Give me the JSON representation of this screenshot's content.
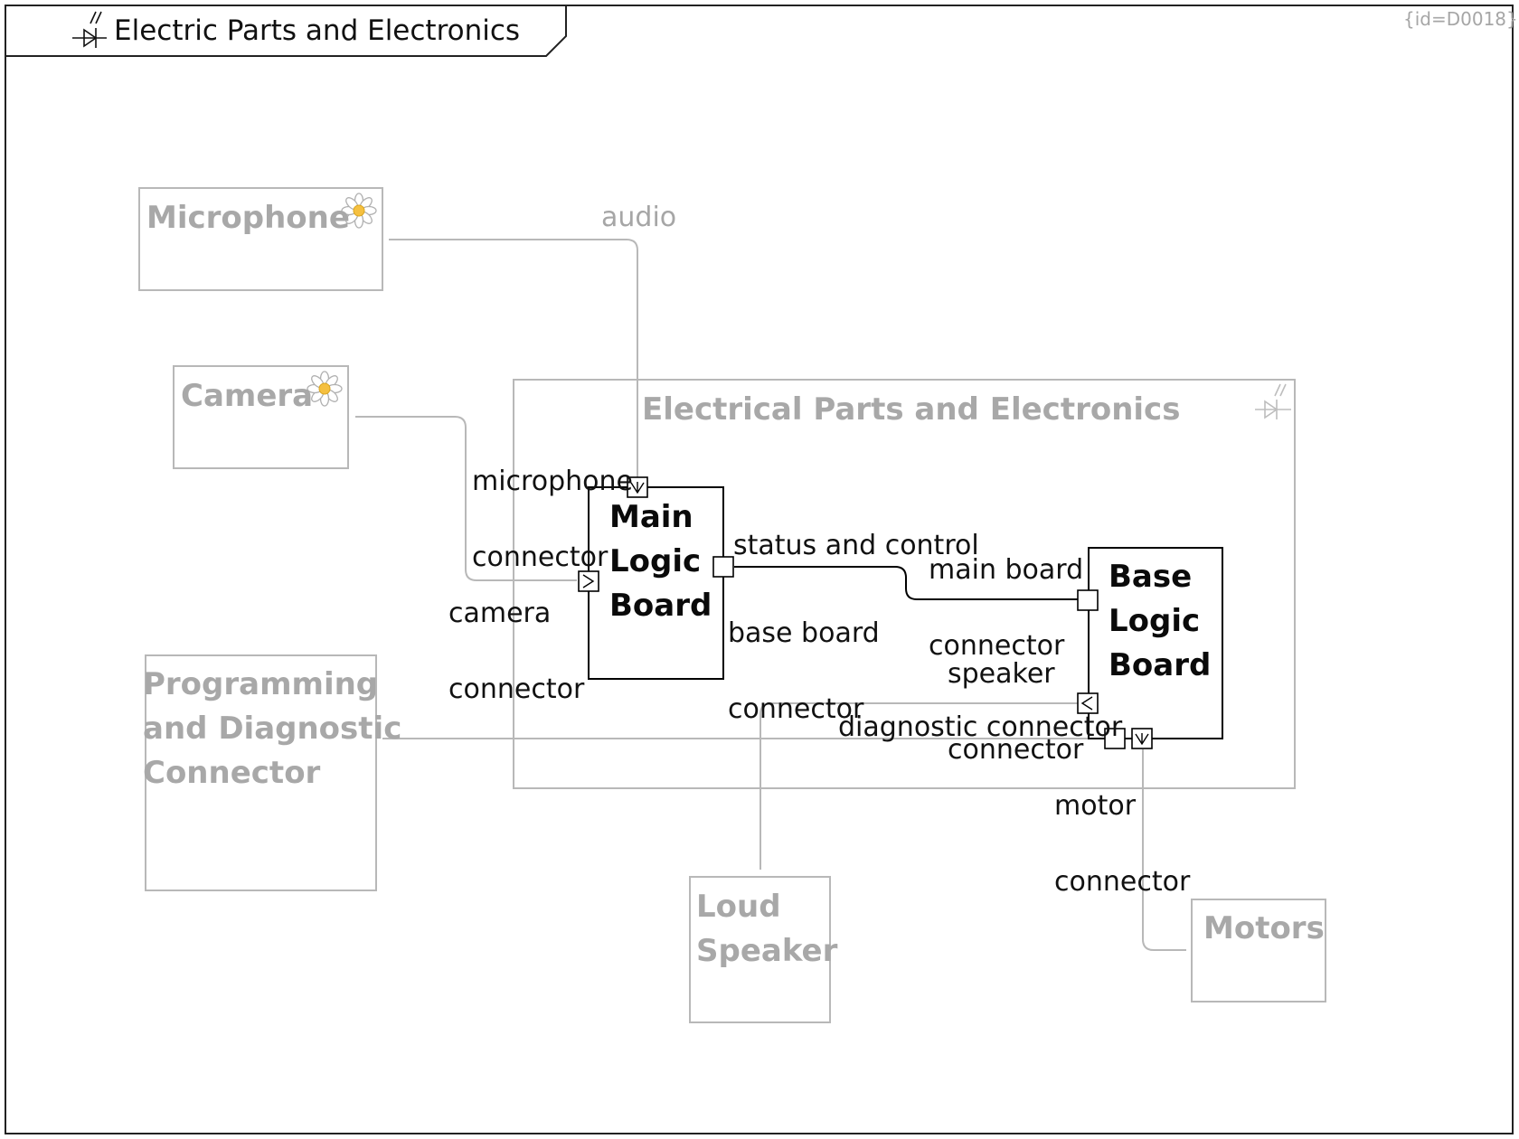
{
  "frame": {
    "title": "Electric Parts and Electronics",
    "diagram_id": "{id=D0018}"
  },
  "blocks": {
    "microphone": "Microphone",
    "camera": "Camera",
    "programming_connector": [
      "Programming",
      "and Diagnostic",
      "Connector"
    ],
    "loud_speaker": [
      "Loud",
      "Speaker"
    ],
    "motors": "Motors",
    "electrical_parts": "Electrical Parts and Electronics",
    "main_logic_board": [
      "Main",
      "Logic",
      "Board"
    ],
    "base_logic_board": [
      "Base",
      "Logic",
      "Board"
    ]
  },
  "ports": {
    "microphone_connector": [
      "microphone",
      "connector"
    ],
    "camera_connector": [
      "camera",
      "connector"
    ],
    "base_board_connector": [
      "base board",
      "connector"
    ],
    "main_board_connector": [
      "main board",
      "connector"
    ],
    "speaker_connector": [
      "speaker",
      "connector"
    ],
    "diagnostic_connector": "diagnostic connector",
    "motor_connector": [
      "motor",
      "connector"
    ]
  },
  "connections": {
    "audio": "audio",
    "status_and_control": "status and control"
  },
  "icons": {
    "part_symbol": "component-flower-icon",
    "frame_symbol": "electronic-diode-icon"
  },
  "colors": {
    "active_stroke": "#000000",
    "faded_stroke": "#b3b3b3",
    "faded_text": "#a8a8a8",
    "flower_center": "#f5c040"
  }
}
